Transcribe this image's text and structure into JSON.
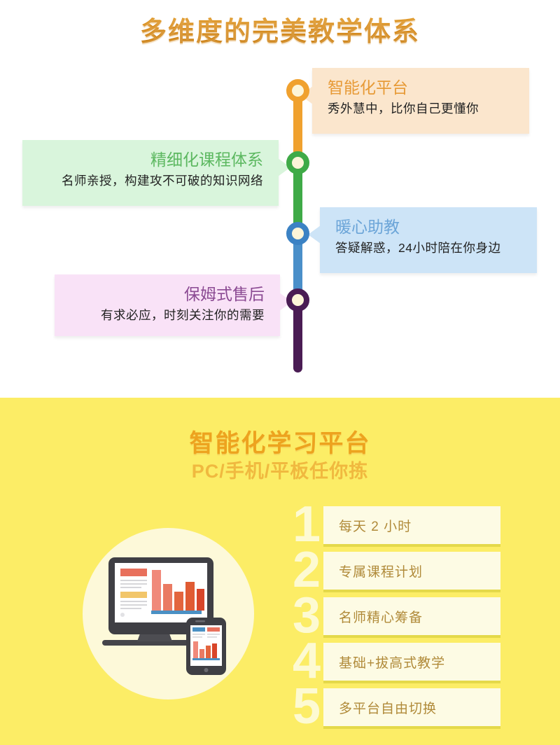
{
  "top": {
    "title": "多维度的完美教学体系",
    "timeline": [
      {
        "title": "智能化平台",
        "desc": "秀外慧中，比你自己更懂你",
        "side": "right",
        "color": "#e79a36",
        "bg": "#fbe6cd"
      },
      {
        "title": "精细化课程体系",
        "desc": "名师亲授，构建攻不可破的知识网络",
        "side": "left",
        "color": "#5cb860",
        "bg": "#d9f5dc"
      },
      {
        "title": "暖心助教",
        "desc": "答疑解惑，24小时陪在你身边",
        "side": "right",
        "color": "#6ca5d8",
        "bg": "#cde4f7"
      },
      {
        "title": "保姆式售后",
        "desc": "有求必应，时刻关注你的需要",
        "side": "left",
        "color": "#8b4a93",
        "bg": "#f9e2f7"
      }
    ],
    "spine_colors": [
      "#f0a12e",
      "#3faa47",
      "#4a8fc9",
      "#4a1c54"
    ]
  },
  "bottom": {
    "title": "智能化学习平台",
    "subtitle": "PC/手机/平板任你拣",
    "background": "#fced66",
    "illustration": {
      "name": "desktop-and-tablet-chart-illustration",
      "circle_color": "#fdf9d9",
      "device_color": "#3f3f42",
      "screen_color": "#ffffff",
      "monitor_bars": [
        "#f0897a",
        "#ea7a63",
        "#e3653e",
        "#e05b33",
        "#d8452a"
      ],
      "tablet_bars": [
        "#f0897a",
        "#ea7a63",
        "#e3653e",
        "#e05b33",
        "#d8452a"
      ],
      "accent_header": "#e8705c",
      "accent_gold": "#f2c66a",
      "accent_blue": "#4a90c4"
    },
    "features": [
      {
        "num": "1",
        "label": "每天 2 小时"
      },
      {
        "num": "2",
        "label": "专属课程计划"
      },
      {
        "num": "3",
        "label": "名师精心筹备"
      },
      {
        "num": "4",
        "label": "基础+拔高式教学"
      },
      {
        "num": "5",
        "label": "多平台自由切换"
      }
    ]
  }
}
